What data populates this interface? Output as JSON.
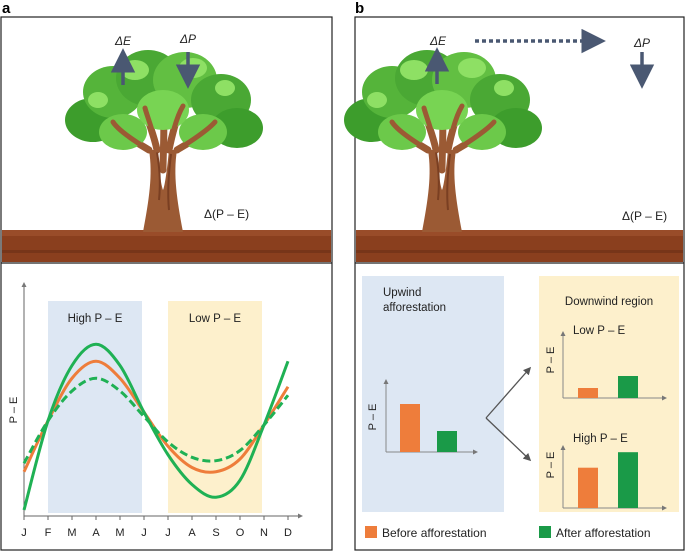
{
  "panel_a": {
    "label": "a",
    "delta_e": "ΔE",
    "delta_p": "ΔP",
    "delta_pe": "Δ(P – E)",
    "band_high": "High P – E",
    "band_low": "Low P – E",
    "ylabel": "P – E",
    "months": [
      "J",
      "F",
      "M",
      "A",
      "M",
      "J",
      "J",
      "A",
      "S",
      "O",
      "N",
      "D"
    ]
  },
  "panel_b": {
    "label": "b",
    "delta_e": "ΔE",
    "delta_p": "ΔP",
    "delta_pe": "Δ(P – E)",
    "upwind_title_1": "Upwind",
    "upwind_title_2": "afforestation",
    "downwind_title": "Downwind region",
    "low_label": "Low P – E",
    "high_label": "High P – E",
    "ylabel": "P – E"
  },
  "legend": {
    "before": "Before afforestation",
    "after": "After afforestation"
  },
  "colors": {
    "orange": "#ee7d3b",
    "green": "#1fb154",
    "green_dark": "#1a9a48",
    "blue_bg": "#dde7f3",
    "yellow_bg": "#fdf0cc",
    "arrow": "#4a5872",
    "soil": "#8a3f1e"
  },
  "chart_data": [
    {
      "type": "line",
      "x": [
        "J",
        "F",
        "M",
        "A",
        "M",
        "J",
        "J",
        "A",
        "S",
        "O",
        "N",
        "D"
      ],
      "ylabel": "P – E",
      "series": [
        {
          "style": "solid orange",
          "values": [
            -0.55,
            0.05,
            0.55,
            0.75,
            0.55,
            0.15,
            -0.25,
            -0.5,
            -0.55,
            -0.4,
            0.0,
            0.45
          ]
        },
        {
          "style": "dashed green",
          "values": [
            -0.45,
            0.05,
            0.4,
            0.55,
            0.4,
            0.1,
            -0.2,
            -0.38,
            -0.42,
            -0.3,
            0.0,
            0.35
          ]
        },
        {
          "style": "solid green",
          "values": [
            -1.0,
            0.05,
            0.7,
            0.95,
            0.7,
            0.15,
            -0.35,
            -0.7,
            -0.85,
            -0.65,
            0.0,
            0.75
          ]
        }
      ]
    },
    {
      "type": "bar",
      "title": "Upwind afforestation",
      "categories": [
        "Before afforestation",
        "After afforestation"
      ],
      "values": [
        0.8,
        0.35
      ],
      "ylabel": "P – E"
    },
    {
      "type": "bar",
      "title": "Low P – E",
      "categories": [
        "Before afforestation",
        "After afforestation"
      ],
      "values": [
        0.25,
        0.55
      ],
      "ylabel": "P – E"
    },
    {
      "type": "bar",
      "title": "High P – E",
      "categories": [
        "Before afforestation",
        "After afforestation"
      ],
      "values": [
        0.65,
        0.9
      ],
      "ylabel": "P – E"
    }
  ]
}
